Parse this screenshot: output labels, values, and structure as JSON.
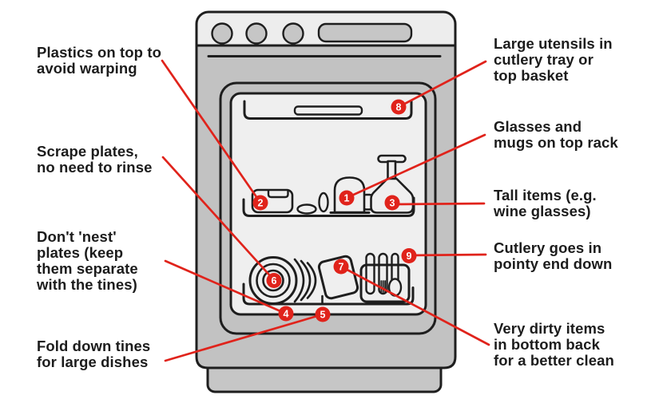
{
  "colors": {
    "accent_red": "#e0231b",
    "outline": "#1e1e1e",
    "text": "#1c1c1c",
    "panel_light": "#ededed",
    "door_gray": "#c2c2c2",
    "control_gray": "#c6c6c6",
    "interior_light": "#efefef",
    "background": "#ffffff"
  },
  "labels": {
    "plastics": "Plastics on top to\navoid warping",
    "scrape": "Scrape plates,\nno need to rinse",
    "nest": "Don't 'nest'\nplates (keep\nthem separate\nwith the tines)",
    "fold_tines": "Fold down tines\nfor large dishes",
    "large_utensils": "Large utensils in\ncutlery tray or\ntop basket",
    "glasses": "Glasses and\nmugs on top rack",
    "tall_items": "Tall items (e.g.\nwine glasses)",
    "cutlery": "Cutlery goes in\npointy end down",
    "dirty_items": "Very dirty items\nin bottom back\nfor a better clean"
  },
  "markers": [
    {
      "number": "1"
    },
    {
      "number": "2"
    },
    {
      "number": "3"
    },
    {
      "number": "4"
    },
    {
      "number": "5"
    },
    {
      "number": "6"
    },
    {
      "number": "7"
    },
    {
      "number": "8"
    },
    {
      "number": "9"
    }
  ]
}
